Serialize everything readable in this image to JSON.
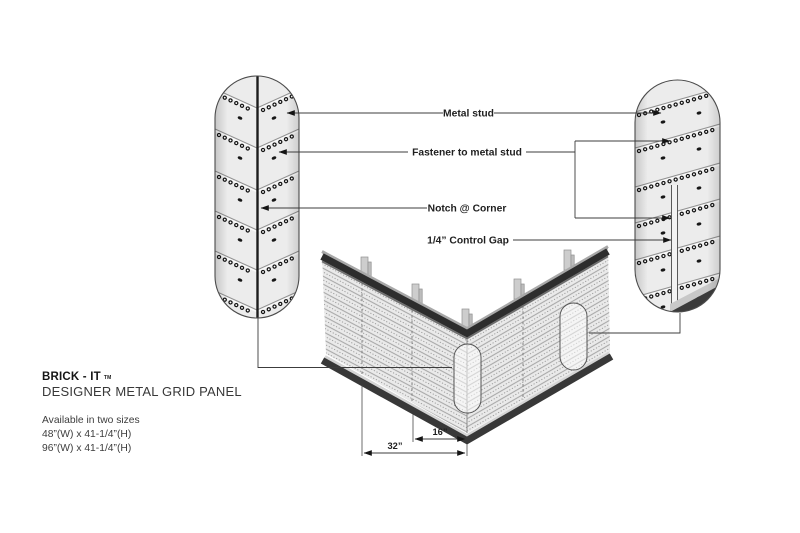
{
  "diagram": {
    "callouts": {
      "metal_stud": "Metal stud",
      "fastener": "Fastener to metal stud",
      "notch": "Notch @ Corner",
      "control_gap": "1/4” Control Gap"
    },
    "dimensions": {
      "dim_16": "16”",
      "dim_32": "32”"
    }
  },
  "title_block": {
    "brand": "BRICK - IT",
    "trademark": "TM",
    "product_line": "DESIGNER METAL GRID PANEL",
    "availability": "Available in two sizes",
    "size_1": "48”(W) x 41-1/4”(H)",
    "size_2": "96”(W) x 41-1/4”(H)"
  },
  "colors": {
    "cap_band": "#2d2d2d",
    "bottom_band": "#383838",
    "panel_face": "#eaeaea",
    "leader_line": "#3c3c3c",
    "background": "#ffffff"
  }
}
